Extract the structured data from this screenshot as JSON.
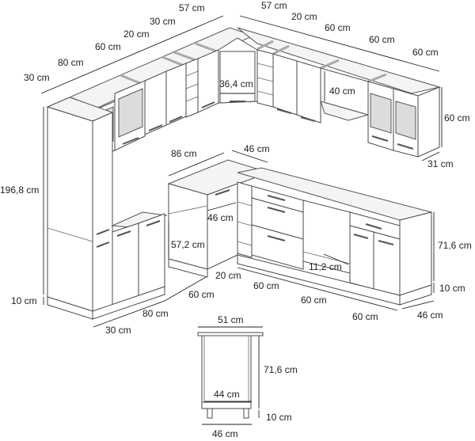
{
  "diagram": {
    "title": "Kitchen cabinet set dimension drawing",
    "upper_top_row_left": {
      "labels": [
        "30 cm",
        "80 cm",
        "60 cm",
        "20 cm",
        "30 cm",
        "57 cm"
      ]
    },
    "upper_top_row_right": {
      "labels": [
        "57 cm",
        "20 cm",
        "60 cm",
        "60 cm",
        "60 cm"
      ]
    },
    "upper_corner_inner_width": "36,4 cm",
    "upper_short_cabinet_height": "40 cm",
    "upper_cabinet_height": "60 cm",
    "upper_cabinet_depth": "31 cm",
    "tall_cabinet_height": "196,8 cm",
    "plinth_height_left": "10 cm",
    "corner_base_width": "86 cm",
    "corner_base_depth_top": "46 cm",
    "corner_base_inner_depth": "46 cm",
    "corner_base_door_height": "57,2 cm",
    "oven_gap_height": "11,2 cm",
    "base_cabinet_height": "71,6 cm",
    "plinth_height_right": "10 cm",
    "base_depth": "46 cm",
    "base_bottom_row_left": {
      "labels": [
        "30 cm",
        "80 cm",
        "60 cm"
      ]
    },
    "base_bottom_row_right": {
      "labels": [
        "20 cm",
        "60 cm",
        "60 cm",
        "60 cm"
      ]
    },
    "section_view": {
      "top_width": "51 cm",
      "height": "71,6 cm",
      "inner_width": "44 cm",
      "plinth_height": "10 cm",
      "base_width": "46 cm"
    }
  }
}
